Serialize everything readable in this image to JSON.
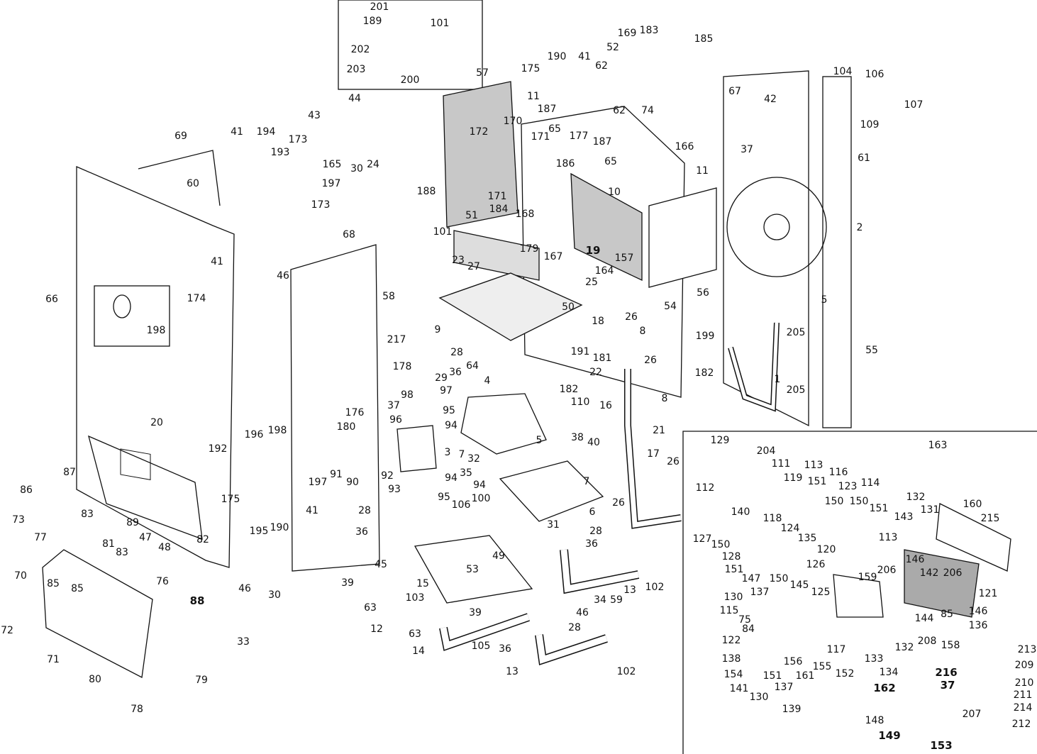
{
  "diagram": {
    "type": "exploded-parts-diagram",
    "line_color": "#111111",
    "shade_color": "#c8c8c8",
    "callouts": [
      "201",
      "189",
      "101",
      "202",
      "203",
      "200",
      "57",
      "175",
      "190",
      "41",
      "169",
      "183",
      "185",
      "52",
      "62",
      "62",
      "74",
      "67",
      "11",
      "187",
      "65",
      "177",
      "171",
      "187",
      "65",
      "166",
      "11",
      "170",
      "172",
      "186",
      "10",
      "188",
      "171",
      "184",
      "168",
      "51",
      "101",
      "179",
      "167",
      "19",
      "157",
      "23",
      "27",
      "164",
      "25",
      "50",
      "26",
      "8",
      "18",
      "199",
      "26",
      "182",
      "191",
      "181",
      "22",
      "182",
      "16",
      "8",
      "104",
      "106",
      "107",
      "109",
      "42",
      "37",
      "61",
      "2",
      "5",
      "205",
      "55",
      "1",
      "205",
      "56",
      "54",
      "43",
      "44",
      "173",
      "165",
      "30",
      "24",
      "69",
      "41",
      "194",
      "193",
      "60",
      "197",
      "173",
      "68",
      "41",
      "46",
      "66",
      "174",
      "198",
      "58",
      "9",
      "217",
      "28",
      "64",
      "36",
      "178",
      "29",
      "4",
      "98",
      "97",
      "37",
      "176",
      "95",
      "96",
      "180",
      "94",
      "3",
      "7",
      "5",
      "110",
      "38",
      "40",
      "21",
      "17",
      "26",
      "32",
      "35",
      "94",
      "94",
      "91",
      "90",
      "92",
      "93",
      "95",
      "106",
      "100",
      "7",
      "6",
      "31",
      "28",
      "26",
      "36",
      "20",
      "192",
      "196",
      "198",
      "197",
      "175",
      "41",
      "195",
      "190",
      "36",
      "28",
      "45",
      "49",
      "53",
      "15",
      "39",
      "13",
      "102",
      "103",
      "59",
      "34",
      "46",
      "63",
      "12",
      "39",
      "28",
      "63",
      "14",
      "105",
      "36",
      "13",
      "102",
      "87",
      "86",
      "73",
      "83",
      "77",
      "89",
      "47",
      "83",
      "81",
      "48",
      "82",
      "76",
      "88",
      "85",
      "85",
      "70",
      "72",
      "71",
      "80",
      "78",
      "79",
      "46",
      "30",
      "33",
      "129",
      "204",
      "111",
      "113",
      "163",
      "119",
      "151",
      "116",
      "123",
      "114",
      "150",
      "150",
      "151",
      "112",
      "140",
      "118",
      "132",
      "131",
      "143",
      "160",
      "215",
      "124",
      "113",
      "127",
      "150",
      "135",
      "120",
      "128",
      "126",
      "206",
      "146",
      "142",
      "206",
      "151",
      "147",
      "150",
      "145",
      "159",
      "125",
      "137",
      "121",
      "130",
      "115",
      "75",
      "146",
      "144",
      "85",
      "136",
      "84",
      "122",
      "158",
      "208",
      "132",
      "133",
      "117",
      "138",
      "156",
      "155",
      "161",
      "152",
      "134",
      "154",
      "151",
      "141",
      "137",
      "130",
      "213",
      "209",
      "216",
      "37",
      "162",
      "210",
      "211",
      "207",
      "214",
      "212",
      "139",
      "148",
      "149",
      "153"
    ]
  }
}
